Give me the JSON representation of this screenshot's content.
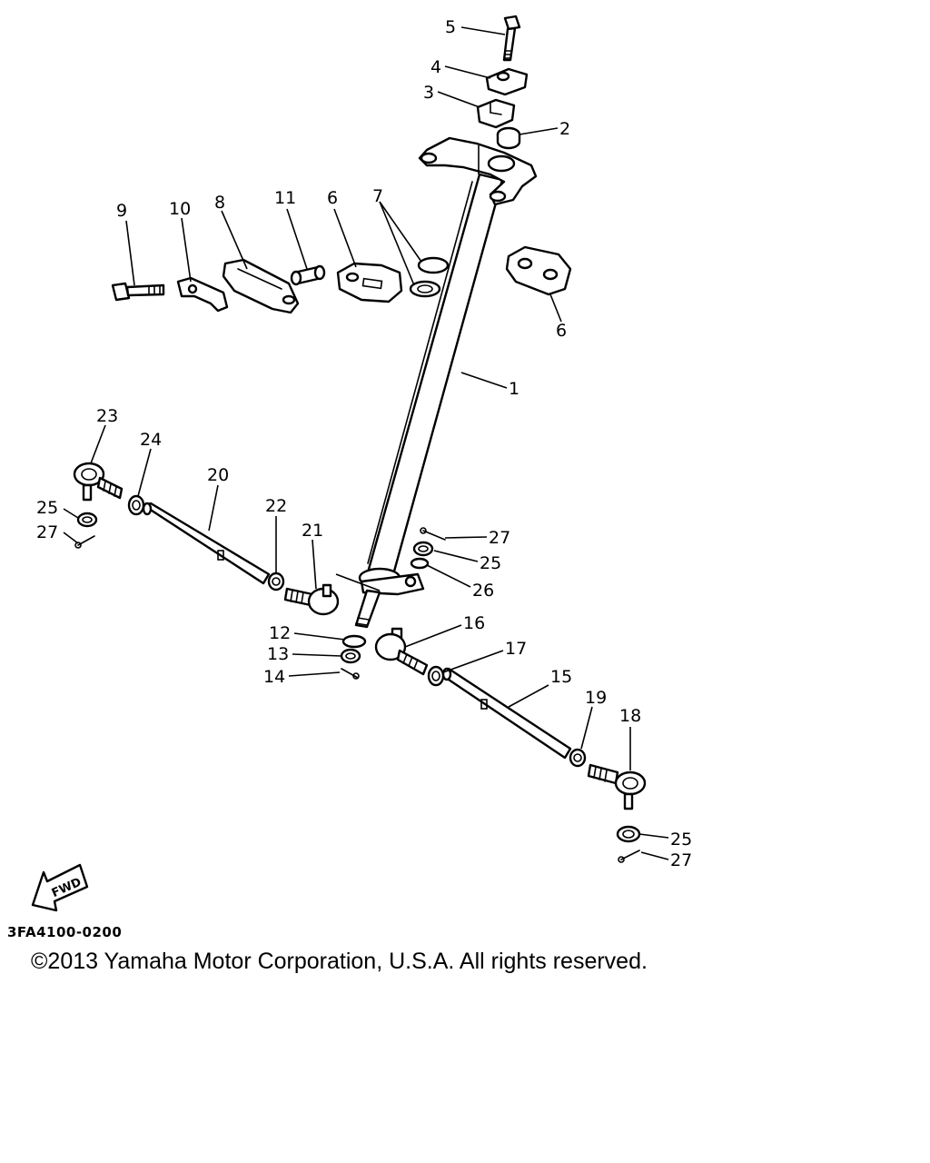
{
  "diagram": {
    "callouts": [
      "1",
      "2",
      "3",
      "4",
      "5",
      "6",
      "6",
      "7",
      "8",
      "9",
      "10",
      "11",
      "12",
      "13",
      "14",
      "15",
      "16",
      "17",
      "18",
      "19",
      "20",
      "21",
      "22",
      "23",
      "24",
      "25",
      "25",
      "25",
      "26",
      "27",
      "27",
      "27"
    ],
    "fwd_label": "FWD",
    "diagram_code": "3FA4100-0200",
    "copyright": "©2013 Yamaha Motor Corporation, U.S.A. All rights reserved."
  }
}
